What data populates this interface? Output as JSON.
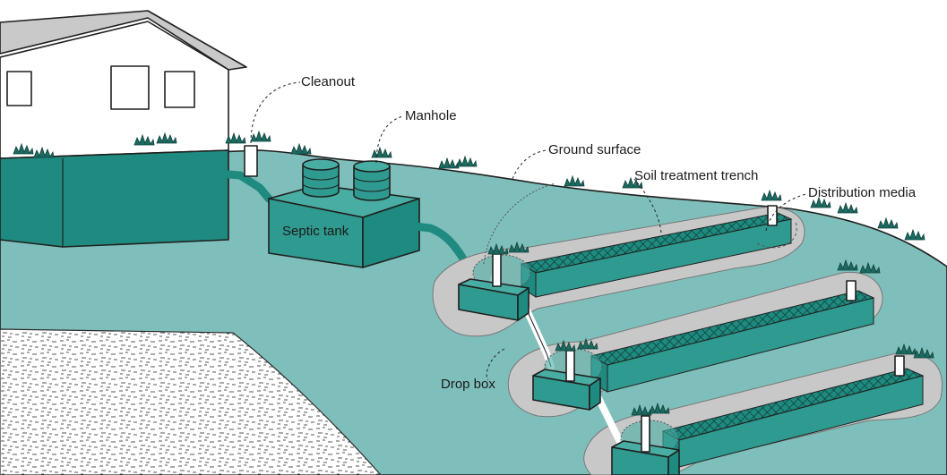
{
  "labels": {
    "cleanout": "Cleanout",
    "manhole": "Manhole",
    "ground_surface": "Ground surface",
    "soil_treatment_trench": "Soil treatment trench",
    "distribution_media": "Distribution media",
    "septic_tank": "Septic tank",
    "drop_box": "Drop box"
  },
  "colors": {
    "soil": "#7fbfbb",
    "teal_dark": "#1f8a7f",
    "teal_side": "#2f9a90",
    "teal_top": "#48ada3",
    "trench_ground": "#c8c8c8",
    "house_wall": "#ffffff",
    "roof": "#c9c9c9",
    "pipe": "#ffffff",
    "grass": "#1b6b61",
    "outline": "#1f1f1f"
  }
}
